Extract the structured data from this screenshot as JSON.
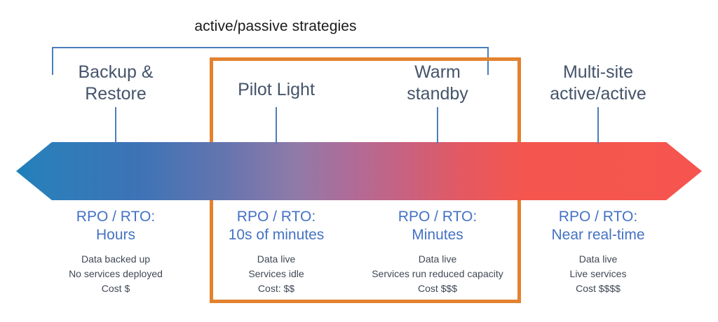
{
  "diagram": {
    "bracket_label": "active/passive strategies",
    "colors": {
      "bracket_blue": "#4a7ebb",
      "highlight_orange": "#e2822f",
      "heading_slate": "#44546a",
      "rpo_blue": "#4472c4",
      "detail_gray": "#404756",
      "arrow_start": "#1b7fba",
      "arrow_mid": "#917aa8",
      "arrow_end": "#f4564f",
      "background": "#ffffff"
    },
    "columns": [
      {
        "id": "backup-restore",
        "title": "Backup &\nRestore",
        "rpo_rto": "RPO / RTO:\nHours",
        "details": "Data backed up\nNo services deployed\nCost $",
        "in_highlight": false
      },
      {
        "id": "pilot-light",
        "title": "Pilot Light",
        "rpo_rto": "RPO / RTO:\n10s of minutes",
        "details": "Data live\nServices idle\nCost: $$",
        "in_highlight": true
      },
      {
        "id": "warm-standby",
        "title": "Warm\nstandby",
        "rpo_rto": "RPO / RTO:\nMinutes",
        "details": "Data live\nServices run reduced capacity\nCost $$$",
        "in_highlight": true
      },
      {
        "id": "multi-site-active-active",
        "title": "Multi-site\nactive/active",
        "rpo_rto": "RPO / RTO:\nNear real-time",
        "details": "Data live\nLive services\nCost $$$$",
        "in_highlight": false
      }
    ]
  }
}
